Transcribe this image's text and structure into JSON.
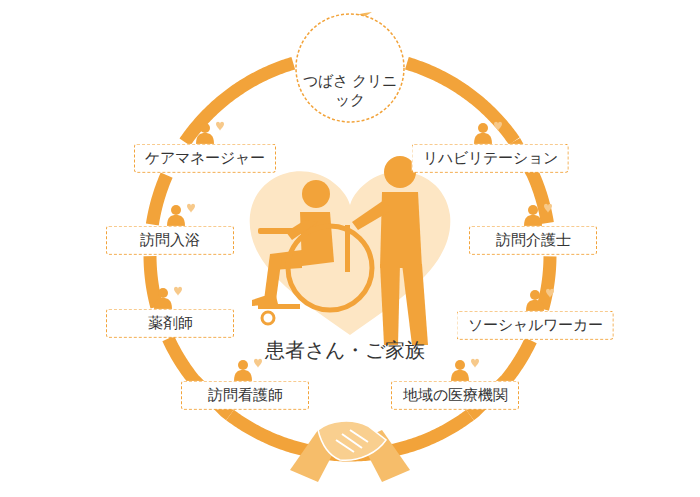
{
  "diagram": {
    "nodes": [
      {
        "text": [
          "つばさ クリニック"
        ]
      },
      {
        "text": [
          "ケアマネージャー"
        ]
      },
      {
        "text": [
          "リハビリテーション"
        ]
      },
      {
        "text": [
          "訪問入浴"
        ]
      },
      {
        "text": [
          "訪問介護士"
        ]
      },
      {
        "text": [
          "薬剤師"
        ]
      },
      {
        "text": [
          "ソーシャルワーカー"
        ]
      },
      {
        "text": [
          "訪問看護師"
        ]
      },
      {
        "text": [
          "地域の医療機関"
        ]
      }
    ],
    "edges": [
      {
        "from": 0,
        "to": 2,
        "arrow": "none"
      },
      {
        "from": 2,
        "to": 4,
        "arrow": "none"
      },
      {
        "from": 4,
        "to": 6,
        "arrow": "none"
      },
      {
        "from": 6,
        "to": 8,
        "arrow": "none"
      },
      {
        "from": 8,
        "to": 7,
        "arrow": "none"
      },
      {
        "from": 7,
        "to": 5,
        "arrow": "none"
      },
      {
        "from": 5,
        "to": 3,
        "arrow": "none"
      },
      {
        "from": 3,
        "to": 1,
        "arrow": "none"
      },
      {
        "from": 1,
        "to": 0,
        "arrow": "none"
      }
    ],
    "labels": [
      "患者さん・ご家族"
    ]
  }
}
